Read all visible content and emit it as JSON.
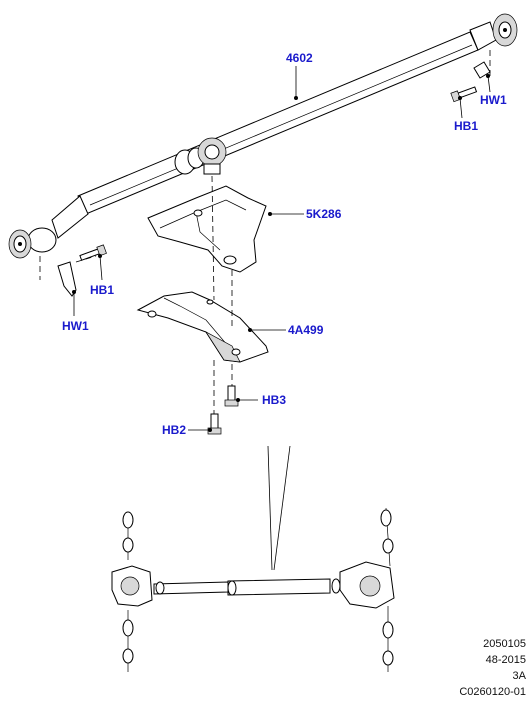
{
  "callouts": {
    "shaft": "4602",
    "heat_shield": "5K286",
    "crossmember": "4A499",
    "hw1_right": "HW1",
    "hb1_right": "HB1",
    "hb1_left": "HB1",
    "hw1_left": "HW1",
    "hb3": "HB3",
    "hb2": "HB2"
  },
  "reference": {
    "line1": "2050105",
    "line2": "48-2015",
    "line3": "3A",
    "line4": "C0260120-01"
  }
}
